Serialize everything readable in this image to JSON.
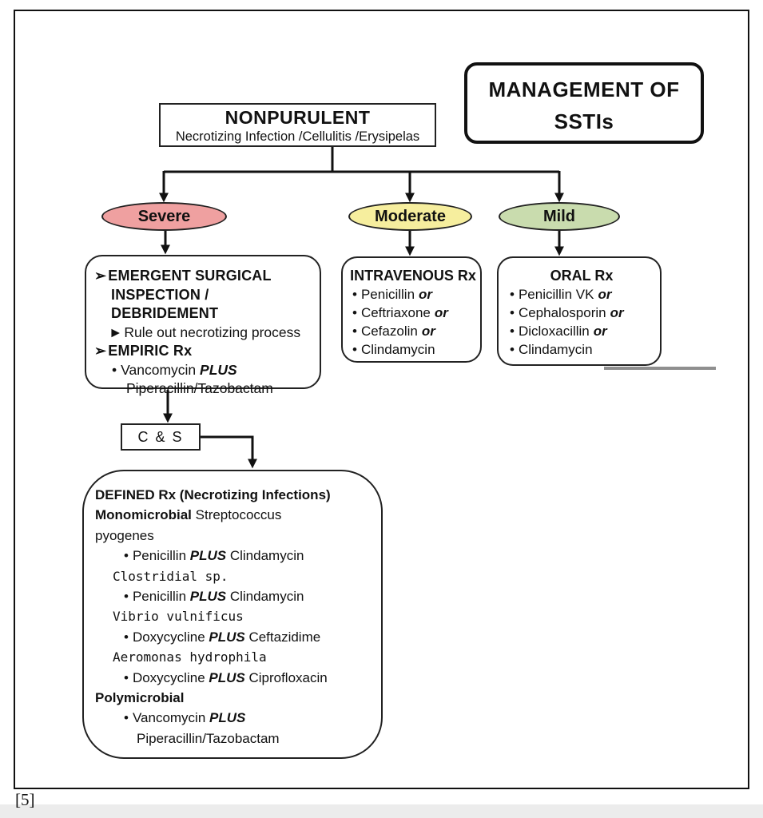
{
  "title_box": {
    "line1": "MANAGEMENT OF",
    "line2": "SSTIs"
  },
  "root": {
    "title": "NONPURULENT",
    "subtitle": "Necrotizing Infection /Cellulitis /Erysipelas"
  },
  "glyphs": {
    "chevron": "➢",
    "triangle": "►",
    "bullet": "•"
  },
  "colors": {
    "severe_fill": "#EFA0A0",
    "moderate_fill": "#F6EE9E",
    "mild_fill": "#C9DCAE",
    "line": "#111111",
    "underline": "#8F8F8F"
  },
  "branches": {
    "severe": {
      "label": "Severe"
    },
    "moderate": {
      "label": "Moderate"
    },
    "mild": {
      "label": "Mild"
    }
  },
  "severe_box": {
    "heading1a": "EMERGENT SURGICAL",
    "heading1b": "INSPECTION / DEBRIDEMENT",
    "sub": "Rule out necrotizing process",
    "heading2": "EMPIRIC Rx",
    "drug": {
      "pre": "Vancomycin ",
      "plus": "PLUS"
    },
    "drug_line2": "Piperacillin/Tazobactam"
  },
  "moderate_box": {
    "header": "INTRAVENOUS Rx",
    "items": [
      {
        "name": "Penicillin",
        "or": "or"
      },
      {
        "name": "Ceftriaxone",
        "or": "or"
      },
      {
        "name": "Cefazolin",
        "or": "or"
      },
      {
        "name": "Clindamycin",
        "or": ""
      }
    ]
  },
  "mild_box": {
    "header": "ORAL Rx",
    "items": [
      {
        "name": "Penicillin VK",
        "or": "or"
      },
      {
        "name": "Cephalosporin",
        "or": "or"
      },
      {
        "name": "Dicloxacillin",
        "or": "or"
      },
      {
        "name": "Clindamycin",
        "or": ""
      }
    ]
  },
  "cs_box": {
    "label": "C & S"
  },
  "defined_box": {
    "lines": [
      {
        "text": "DEFINED Rx (Necrotizing Infections)"
      },
      {
        "bold": "Monomicrobial",
        "rest": " Streptococcus"
      },
      {
        "text": "pyogenes"
      },
      {
        "pre": "Penicillin ",
        "plus": "PLUS",
        "post": " Clindamycin"
      },
      {
        "text": "Clostridial sp."
      },
      {
        "pre": "Penicillin ",
        "plus": "PLUS",
        "post": " Clindamycin"
      },
      {
        "text": "Vibrio vulnificus"
      },
      {
        "pre": "Doxycycline ",
        "plus": "PLUS",
        "post": " Ceftazidime"
      },
      {
        "text": "Aeromonas hydrophila"
      },
      {
        "pre": "Doxycycline ",
        "plus": "PLUS",
        "post": " Ciprofloxacin"
      },
      {
        "text": "Polymicrobial"
      },
      {
        "pre": "Vancomycin ",
        "plus": "PLUS",
        "post": ""
      },
      {
        "text": "Piperacillin/Tazobactam"
      }
    ]
  },
  "footnote": "[5]"
}
